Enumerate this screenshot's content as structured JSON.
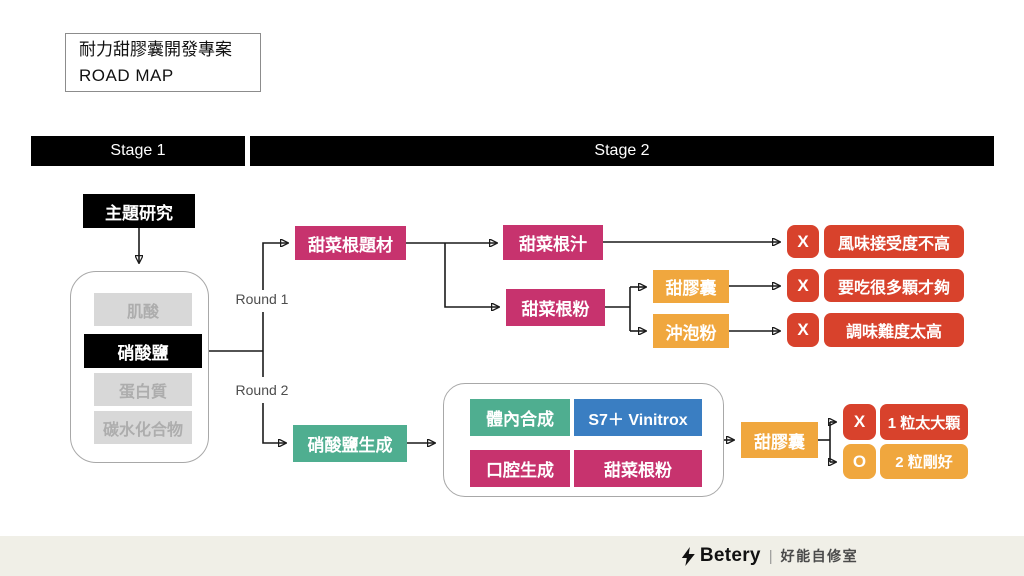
{
  "colors": {
    "magenta": "#C7336E",
    "orange": "#F0A73E",
    "red": "#D8422C",
    "teal": "#4FAE90",
    "blue": "#3A7EC2",
    "black": "#000000",
    "inactive_bg": "#D8D8D8",
    "inactive_text": "#ADADAD",
    "footer_bg": "#F0EFE7"
  },
  "title": {
    "line1": "耐力甜膠囊開發專案",
    "line2": "ROAD MAP"
  },
  "stages": [
    {
      "label": "Stage 1"
    },
    {
      "label": "Stage 2"
    }
  ],
  "research": {
    "header": "主題研究",
    "options": [
      {
        "label": "肌酸",
        "state": "inactive"
      },
      {
        "label": "硝酸鹽",
        "state": "selected"
      },
      {
        "label": "蛋白質",
        "state": "inactive"
      },
      {
        "label": "碳水化合物",
        "state": "inactive"
      }
    ]
  },
  "rounds": {
    "round1": "Round 1",
    "round2": "Round 2"
  },
  "round1": {
    "theme": "甜菜根題材",
    "juice": "甜菜根汁",
    "powder": "甜菜根粉",
    "capsule": "甜膠囊",
    "instant": "沖泡粉",
    "results": [
      {
        "mark": "X",
        "text": "風味接受度不高"
      },
      {
        "mark": "X",
        "text": "要吃很多顆才夠"
      },
      {
        "mark": "X",
        "text": "調味難度太高"
      }
    ]
  },
  "round2": {
    "generation": "硝酸鹽生成",
    "group": {
      "in_vivo": "體內合成",
      "supplement": "S7＋ Vinitrox",
      "oral": "口腔生成",
      "powder": "甜菜根粉"
    },
    "capsule": "甜膠囊",
    "results": [
      {
        "mark": "X",
        "text": "1 粒太大顆"
      },
      {
        "mark": "O",
        "text": "2 粒剛好"
      }
    ]
  },
  "footer": {
    "brand": "Betery",
    "divider": "|",
    "studio": "好能自修室"
  }
}
